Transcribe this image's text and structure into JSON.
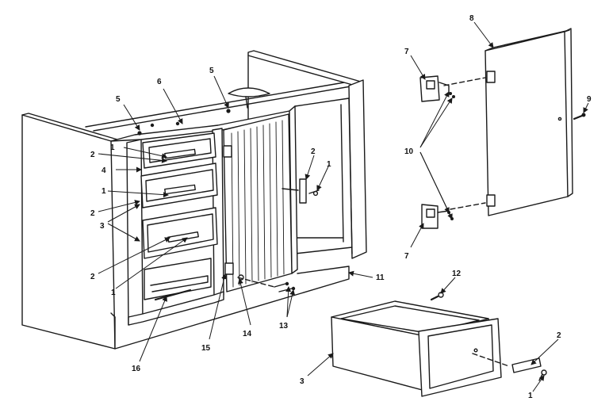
{
  "diagram": {
    "callouts": [
      {
        "id": "c1a",
        "text": "1"
      },
      {
        "id": "c1b",
        "text": "1"
      },
      {
        "id": "c1c",
        "text": "1"
      },
      {
        "id": "c1d",
        "text": "1"
      },
      {
        "id": "c1e",
        "text": "1"
      },
      {
        "id": "c2a",
        "text": "2"
      },
      {
        "id": "c2b",
        "text": "2"
      },
      {
        "id": "c2c",
        "text": "2"
      },
      {
        "id": "c2d",
        "text": "2"
      },
      {
        "id": "c2e",
        "text": "2"
      },
      {
        "id": "c3a",
        "text": "3"
      },
      {
        "id": "c3b",
        "text": "3"
      },
      {
        "id": "c4",
        "text": "4"
      },
      {
        "id": "c5a",
        "text": "5"
      },
      {
        "id": "c5b",
        "text": "5"
      },
      {
        "id": "c6",
        "text": "6"
      },
      {
        "id": "c7a",
        "text": "7"
      },
      {
        "id": "c7b",
        "text": "7"
      },
      {
        "id": "c8",
        "text": "8"
      },
      {
        "id": "c9",
        "text": "9"
      },
      {
        "id": "c10",
        "text": "10"
      },
      {
        "id": "c11",
        "text": "11"
      },
      {
        "id": "c12",
        "text": "12"
      },
      {
        "id": "c13",
        "text": "13"
      },
      {
        "id": "c14",
        "text": "14"
      },
      {
        "id": "c15",
        "text": "15"
      },
      {
        "id": "c16",
        "text": "16"
      }
    ]
  }
}
